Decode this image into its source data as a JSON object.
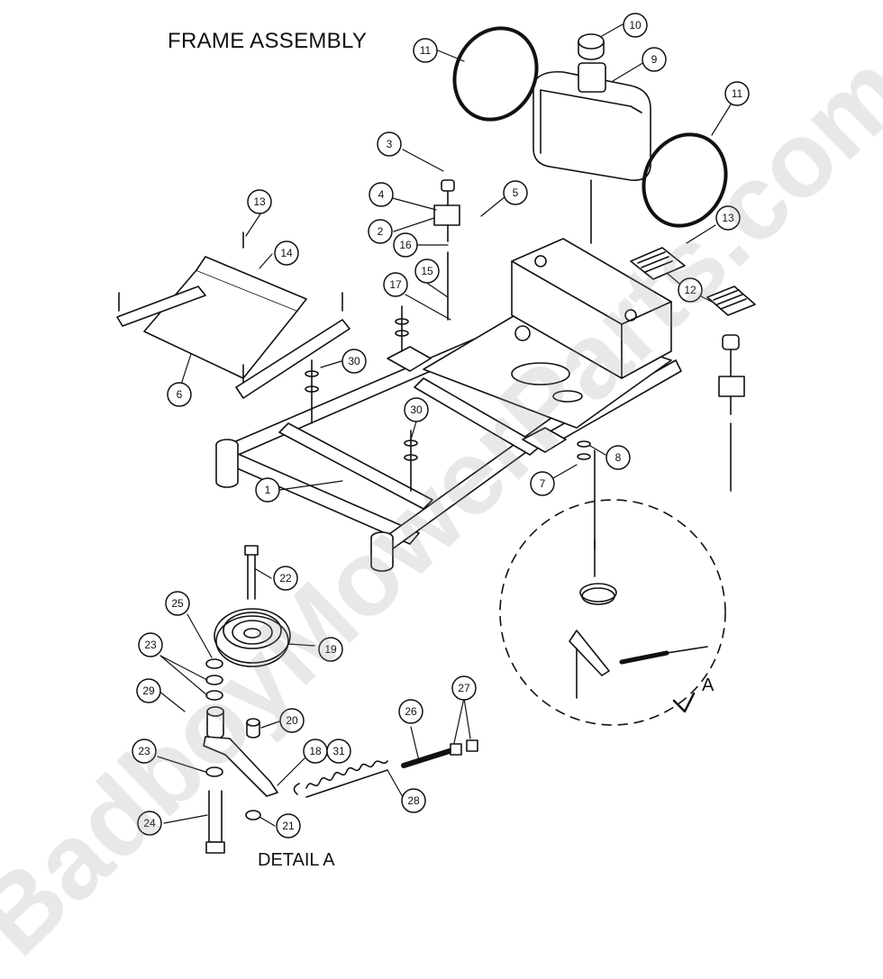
{
  "title": "FRAME ASSEMBLY",
  "detail_label": "DETAIL  A",
  "view_letter": "A",
  "watermark": "BadboyMowerParts.com",
  "callouts": [
    "1",
    "2",
    "3",
    "4",
    "5",
    "6",
    "7",
    "8",
    "9",
    "10",
    "11",
    "11",
    "12",
    "13",
    "13",
    "14",
    "15",
    "16",
    "17",
    "18",
    "19",
    "20",
    "21",
    "22",
    "23",
    "23",
    "24",
    "25",
    "26",
    "27",
    "28",
    "29",
    "30",
    "30",
    "31"
  ]
}
